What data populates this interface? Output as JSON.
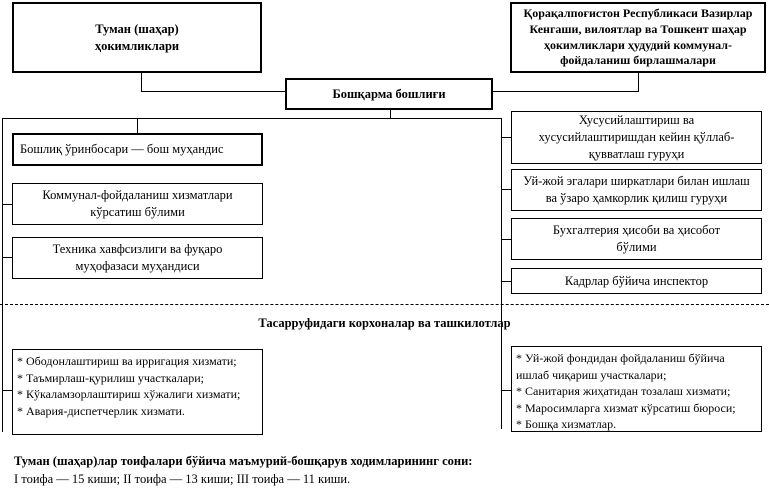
{
  "top_left_box": {
    "line1": "Туман (шаҳар)",
    "line2": "ҳокимликлари"
  },
  "top_right_box": {
    "line1": "Қорақалпоғистон Республикаси Вазирлар",
    "line2": "Кенгаши, вилоятлар ва Тошкент шаҳар",
    "line3": "ҳокимликлари ҳудудий коммунал-",
    "line4": "фойдаланиш бирлашмалари"
  },
  "head_box": "Бошқарма бошлиғи",
  "deputy_box": "Бошлиқ ўринбосари — бош муҳандис",
  "left_units": [
    {
      "line1": "Коммунал-фойдаланиш хизматлари",
      "line2": "кўрсатиш бўлими"
    },
    {
      "line1": "Техника хавфсизлиги ва фуқаро",
      "line2": "муҳофазаси муҳандиси"
    }
  ],
  "right_units": [
    {
      "lines": [
        "Хусусийлаштириш ва",
        "хусусийлаштиришдан кейин қўллаб-",
        "қувватлаш гуруҳи"
      ]
    },
    {
      "lines": [
        "Уй-жой эгалари ширкатлари билан ишлаш",
        "ва ўзаро ҳамкорлик қилиш гуруҳи"
      ]
    },
    {
      "lines": [
        "Бухгалтерия ҳисоби ва ҳисобот",
        "бўлими"
      ]
    },
    {
      "lines": [
        "Кадрлар бўйича инспектор"
      ]
    }
  ],
  "section_title": "Тасарруфидаги корхоналар ва ташкилотлар",
  "left_list": [
    "* Ободонлаштириш ва ирригация хизмати;",
    "* Таъмирлаш-қурилиш участкалари;",
    "* Кўкаламзорлаштириш хўжалиги хизмати;",
    "* Авария-диспетчерлик хизмати."
  ],
  "right_list": [
    "* Уй-жой фондидан фойдаланиш бўйича ишлаб чиқариш участкалари;",
    "* Санитария жиҳатидан тозалаш хизмати;",
    "* Маросимларга хизмат кўрсатиш бюроси;",
    "* Бошқа хизматлар."
  ],
  "footer": {
    "title": "Туман (шаҳар)лар тоифалари бўйича маъмурий-бошқарув ходимларининг сони:",
    "text": "I тоифа — 15 киши; II тоифа — 13 киши; III тоифа — 11 киши."
  }
}
